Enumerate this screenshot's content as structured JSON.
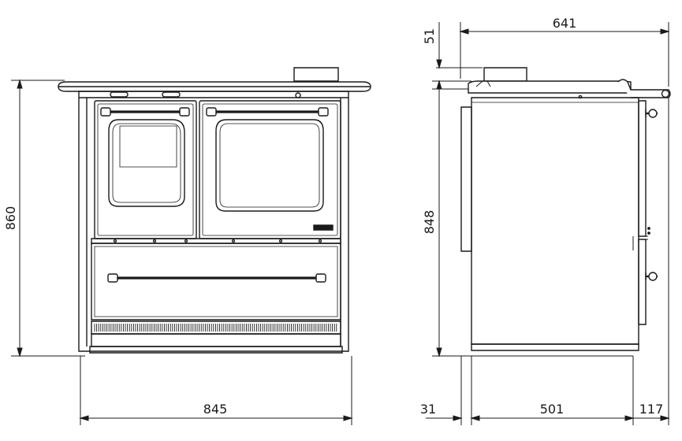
{
  "dimensions": {
    "front_height": "860",
    "front_width": "845",
    "side_height": "848",
    "side_depth_top": "641",
    "flue_offset": "51",
    "side_back": "31",
    "side_body": "501",
    "side_front": "117"
  }
}
